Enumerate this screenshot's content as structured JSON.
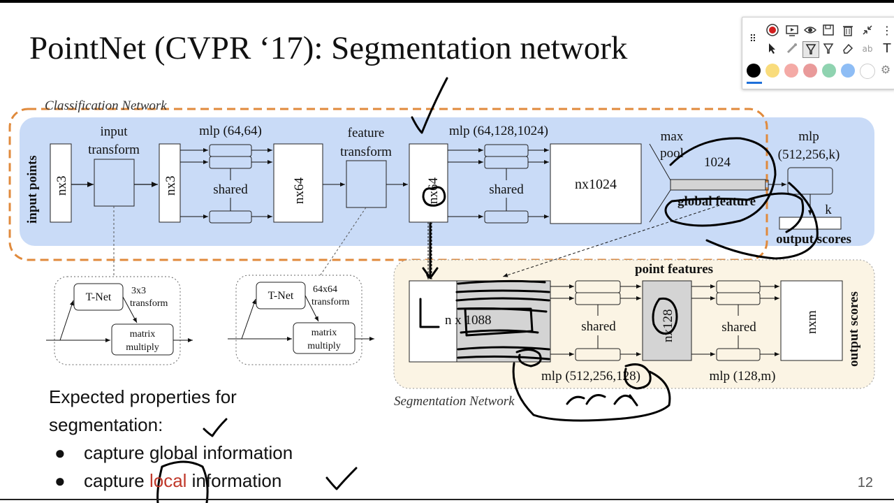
{
  "slide": {
    "title": "PointNet (CVPR ‘17): Segmentation network",
    "page_number": "12"
  },
  "diagram": {
    "classification_network_label": "Classification Network",
    "segmentation_network_label": "Segmentation Network",
    "input_points": "input points",
    "input_transform": [
      "input",
      "transform"
    ],
    "feature_transform": [
      "feature",
      "transform"
    ],
    "nx3": "nx3",
    "nx64": "nx64",
    "nx1024": "nx1024",
    "mlp_64_64": "mlp (64,64)",
    "mlp_64_128_1024": "mlp (64,128,1024)",
    "shared": "shared",
    "max_pool": [
      "max",
      "pool"
    ],
    "val_1024": "1024",
    "global_feature": "global feature",
    "mlp_512_256_k": [
      "mlp",
      "(512,256,k)"
    ],
    "k": "k",
    "output_scores": "output scores",
    "point_features": "point features",
    "n_x_1088": "n x 1088",
    "nx128": "nx128",
    "nxm": "nxm",
    "mlp_512_256_128": "mlp (512,256,128)",
    "mlp_128_m": "mlp (128,m)",
    "tnet": "T-Net",
    "transform_3x3": [
      "3x3",
      "transform"
    ],
    "transform_64x64": [
      "64x64",
      "transform"
    ],
    "matrix_multiply": [
      "matrix",
      "multiply"
    ]
  },
  "properties": {
    "heading_line1": "Expected properties for",
    "heading_line2": "segmentation:",
    "bullet1": "capture global information",
    "bullet2_pre": "capture ",
    "bullet2_local": "local",
    "bullet2_post": " information"
  },
  "toolbar": {
    "swatch_colors": [
      "#000000",
      "#f9dc7c",
      "#f4aaa6",
      "#e99a9a",
      "#8fd3b0",
      "#8ebdf5",
      "#ffffff"
    ]
  }
}
